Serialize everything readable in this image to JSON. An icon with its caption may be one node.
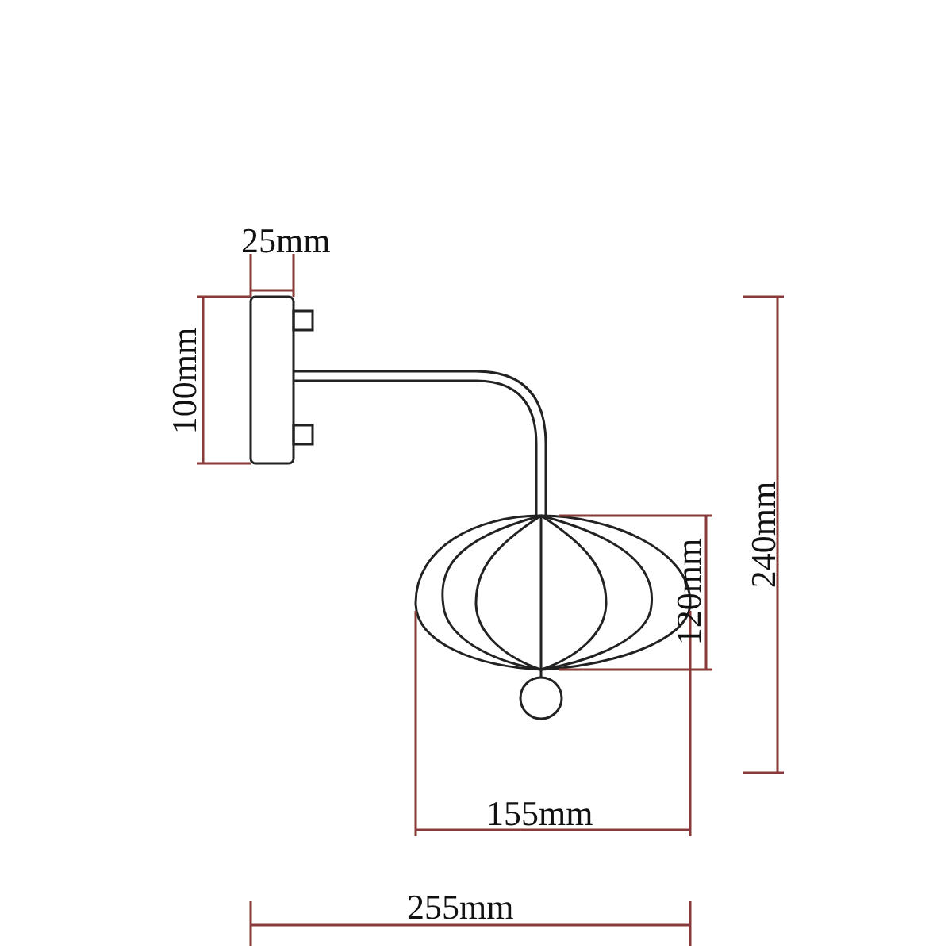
{
  "diagram": {
    "labels": [
      "25mm",
      "100mm",
      "240mm",
      "120mm",
      "155mm",
      "255mm"
    ]
  }
}
